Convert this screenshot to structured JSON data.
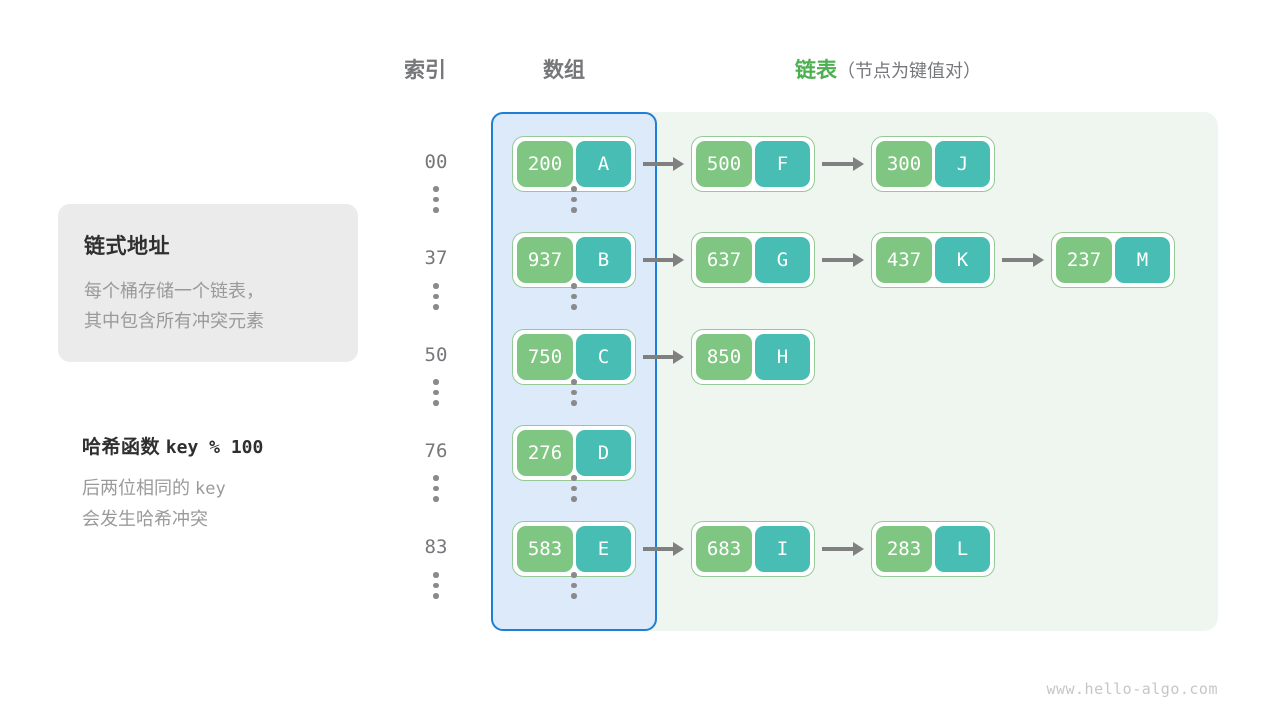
{
  "headers": {
    "index": "索引",
    "array": "数组",
    "list": "链表",
    "list_sub": "（节点为键值对）"
  },
  "card": {
    "title": "链式地址",
    "line1": "每个桶存储一个链表，",
    "line2": "其中包含所有冲突元素"
  },
  "note": {
    "title_label": "哈希函数",
    "title_expr": "key % 100",
    "line1_a": "后两位相同的",
    "line1_b": "key",
    "line2": "会发生哈希冲突"
  },
  "colors": {
    "array_bg": "#dceafa",
    "array_border": "#1e7fd4",
    "list_bg": "#eff6ef",
    "node_border": "#95c995",
    "key_cell": "#80c683",
    "value_cell": "#48bdb4",
    "arrow": "#808080",
    "accent_green": "#4caf50",
    "muted_text": "#76777a"
  },
  "rows": [
    {
      "index": "00",
      "bucket": {
        "key": "200",
        "value": "A"
      },
      "chain": [
        {
          "key": "500",
          "value": "F"
        },
        {
          "key": "300",
          "value": "J"
        }
      ]
    },
    {
      "index": "37",
      "bucket": {
        "key": "937",
        "value": "B"
      },
      "chain": [
        {
          "key": "637",
          "value": "G"
        },
        {
          "key": "437",
          "value": "K"
        },
        {
          "key": "237",
          "value": "M"
        }
      ]
    },
    {
      "index": "50",
      "bucket": {
        "key": "750",
        "value": "C"
      },
      "chain": [
        {
          "key": "850",
          "value": "H"
        }
      ]
    },
    {
      "index": "76",
      "bucket": {
        "key": "276",
        "value": "D"
      },
      "chain": []
    },
    {
      "index": "83",
      "bucket": {
        "key": "583",
        "value": "E"
      },
      "chain": [
        {
          "key": "683",
          "value": "I"
        },
        {
          "key": "283",
          "value": "L"
        }
      ]
    }
  ],
  "watermark": "www.hello-algo.com"
}
